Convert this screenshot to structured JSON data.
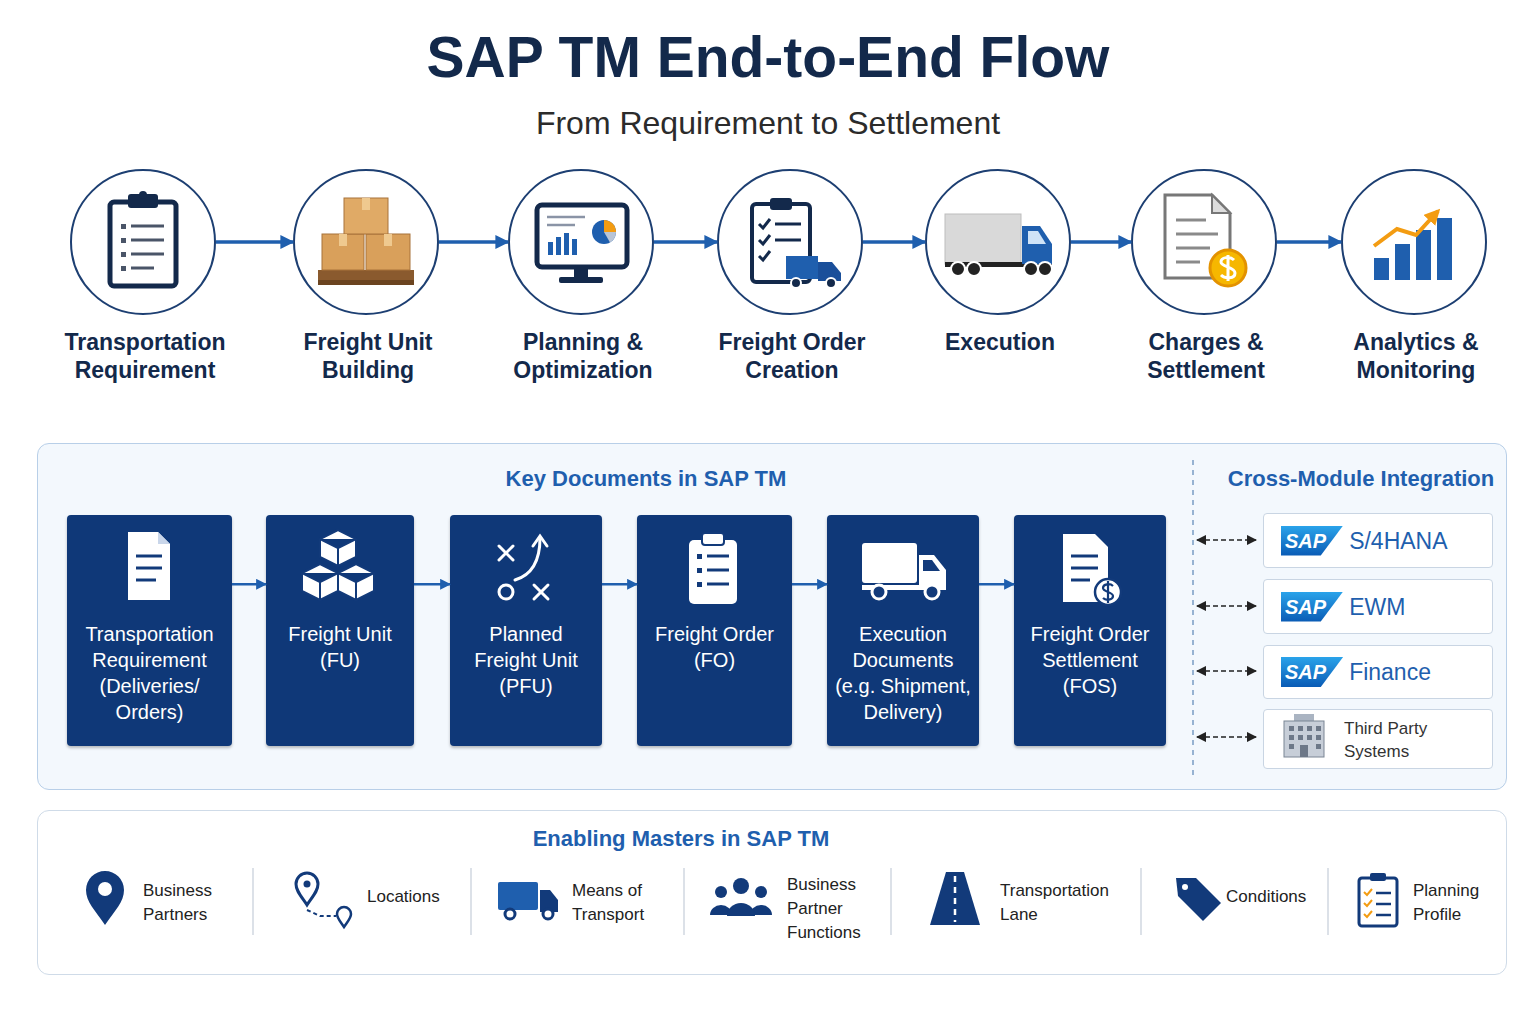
{
  "diagram": {
    "title": "SAP TM End-to-End Flow",
    "nodes": [
      {
        "text": [
          "Transportation Requirement"
        ]
      },
      {
        "text": [
          "Freight Unit Building"
        ]
      },
      {
        "text": [
          "Planning & Optimization"
        ]
      },
      {
        "text": [
          "Freight Order Creation"
        ]
      },
      {
        "text": [
          "Execution"
        ]
      },
      {
        "text": [
          "Charges & Settlement"
        ]
      },
      {
        "text": [
          "Analytics & Monitoring"
        ]
      },
      {
        "text": [
          "Key Documents in SAP TM",
          "Cross-Module Integration"
        ]
      },
      {
        "text": [
          "Transportation Requirement (Deliveries/ Orders)"
        ],
        "in": 7
      },
      {
        "text": [
          "Freight Unit (FU)"
        ],
        "in": 7
      },
      {
        "text": [
          "Planned Freight Unit (PFU)"
        ],
        "in": 7
      },
      {
        "text": [
          "Freight Order (FO)"
        ],
        "in": 7
      },
      {
        "text": [
          "Execution Documents (e.g. Shipment, Delivery)"
        ],
        "in": 7
      },
      {
        "text": [
          "Freight Order Settlement (FOS)"
        ],
        "in": 7
      },
      {
        "text": [
          "SAP",
          "S/4HANA"
        ],
        "in": 7
      },
      {
        "text": [
          "SAP",
          "EWM"
        ],
        "in": 7
      },
      {
        "text": [
          "SAP",
          "Finance"
        ],
        "in": 7
      },
      {
        "text": [
          "Third Party Systems"
        ],
        "in": 7
      },
      {
        "text": [
          "Enabling Masters in SAP TM"
        ]
      }
    ],
    "edges": [
      {
        "from": 0,
        "to": 1,
        "arrow": "to"
      },
      {
        "from": 1,
        "to": 2,
        "arrow": "to"
      },
      {
        "from": 2,
        "to": 3,
        "arrow": "to"
      },
      {
        "from": 3,
        "to": 4,
        "arrow": "to"
      },
      {
        "from": 4,
        "to": 5,
        "arrow": "to"
      },
      {
        "from": 5,
        "to": 6,
        "arrow": "to"
      },
      {
        "from": 8,
        "to": 9,
        "arrow": "to"
      },
      {
        "from": 9,
        "to": 10,
        "arrow": "to"
      },
      {
        "from": 10,
        "to": 11,
        "arrow": "to"
      },
      {
        "from": 11,
        "to": 12,
        "arrow": "to"
      },
      {
        "from": 12,
        "to": 13,
        "arrow": "to"
      }
    ],
    "labels": [
      "From Requirement to Settlement",
      "Business Partners",
      "Locations",
      "Means of Transport",
      "Business Partner Functions",
      "Transportation Lane",
      "Conditions",
      "Planning Profile"
    ]
  }
}
